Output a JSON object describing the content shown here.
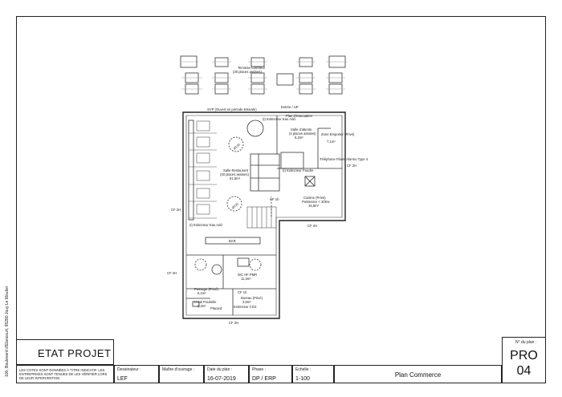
{
  "side_address": "100, Boulevard d'Elancourt, 95280 Jouy Le Moutier",
  "plan": {
    "terrace_label": "Terrasse Extérieur",
    "terrace_sub": "(30 places assises)",
    "exit_label": "SVP (Ouvert en période Estivale)",
    "entree_label": "Entrée / UP",
    "plan_evac_label": "Plan d'évacuation",
    "extincteur_label_1": "(I) Extincteur Eau Add",
    "attente_label": "Salle d'attente",
    "attente_sub": "(4 places assises)",
    "attente_area": "6,2m²",
    "emporter_label": "Zone Emporter (Privé)",
    "emporter_area": "7,1m²",
    "salle_label": "Salle Restaurant",
    "salle_sub": "(40 places assises)",
    "salle_area": "61,5m²",
    "extincteur_label_2": "(I) Extincteur Poudre",
    "telephone_label": "Téléphone Filaire Alarme Type 4",
    "cuisine_label": "Cuisine (Privé)",
    "cuisine_sub": "Puissance < 20Kw",
    "cuisine_area": "15,8m²",
    "cf_label_1": "CF 1h",
    "extincteur_label_3": "(I) Extincteur Eau Add",
    "bar_label": "BAR",
    "passage_label": "Passage (Privé)",
    "passage_area": "6,1m²",
    "wc_label": "WC HF PMR",
    "wc_area": "11,3m²",
    "cf_label_2": "CF 1h",
    "bureau_label": "Bureau (Privé)",
    "bureau_area": "3,6m²",
    "local_label": "Local Poubelle",
    "local_area": "2,3m²",
    "placard_label": "Placard",
    "extincteur_label_4": "Extincteur CO2",
    "cf2h_left": "CF 2H",
    "cf2h_right_top": "CF 2H",
    "cf2h_mid": "CF 2H",
    "cf2h_bottom": "CF 2H",
    "cf2h_low": "CF 2H"
  },
  "title_block": {
    "status": "ETAT PROJET",
    "disclaimer": "LES COTES SONT DONNÉES À TITRE INDICATIF. LES ENTREPRISES SONT TENUES DE LES VÉRIFIER LORS DE LEUR INTERVENTION",
    "designer_label": "Dessinateur :",
    "designer_value": "LEF",
    "owner_label": "Maître d'ouvrage :",
    "owner_value": "",
    "date_label": "Date du plan :",
    "date_value": "16-07-2019",
    "phase_label": "Phase :",
    "phase_value": "DP / ERP",
    "scale_label": "Echelle :",
    "scale_value": "1-100",
    "plan_title": "Plan Commerce",
    "plan_no_label": "N° du plan :",
    "plan_no_1": "PRO",
    "plan_no_2": "04"
  }
}
